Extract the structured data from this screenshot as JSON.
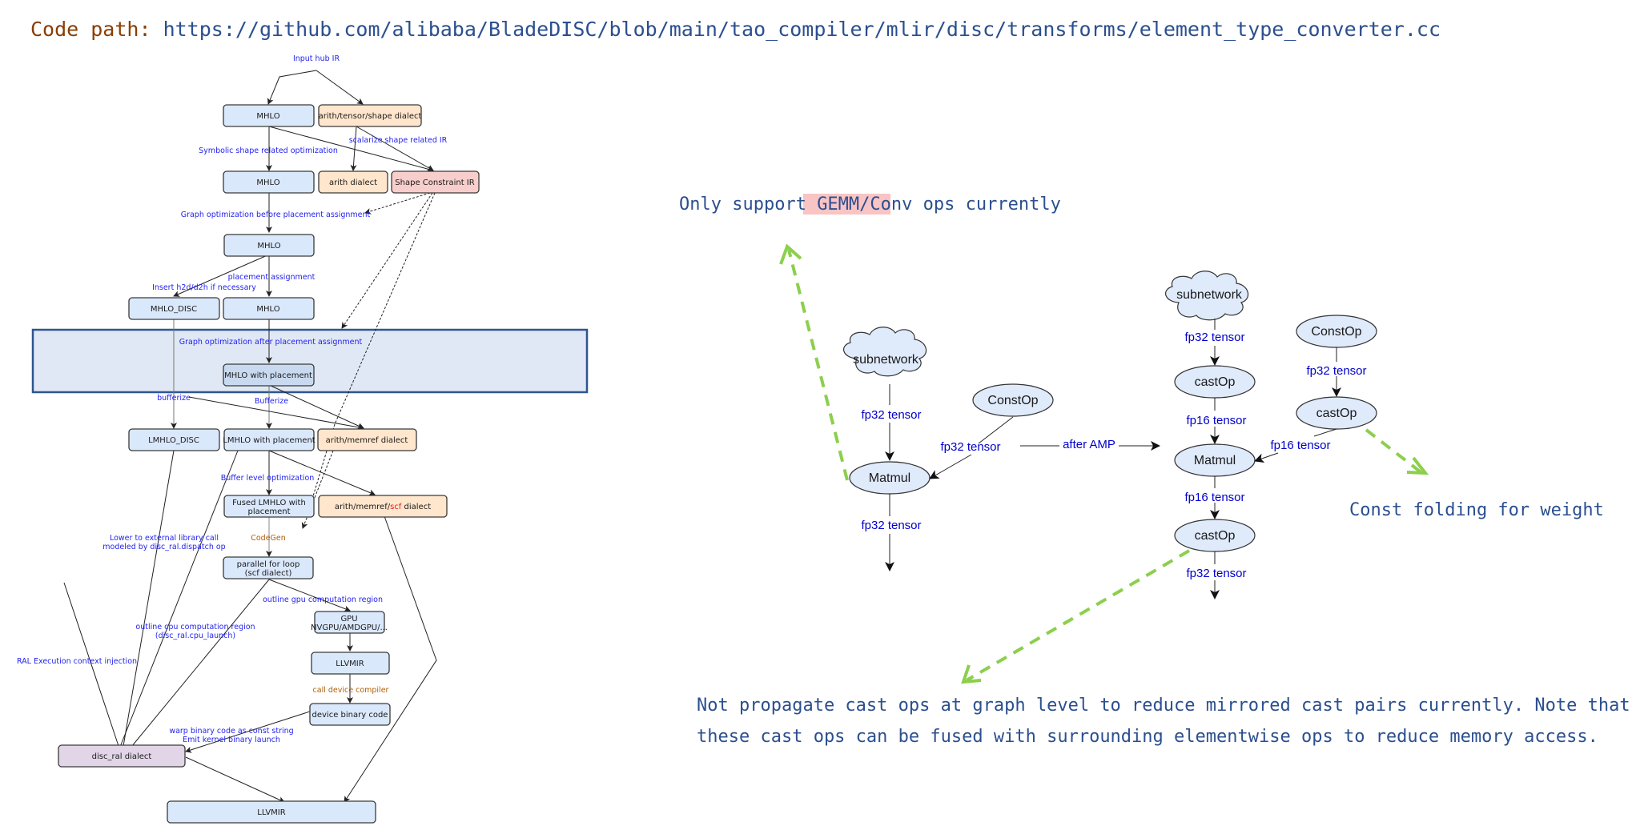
{
  "header": {
    "label": "Code path:",
    "url": "https://github.com/alibaba/BladeDISC/blob/main/tao_compiler/mlir/disc/transforms/element_type_converter.cc"
  },
  "pipeline": {
    "start_label": "Input hub IR",
    "nodes": {
      "mhlo_1": "MHLO",
      "arith_tensor_shape": "arith/tensor/shape dialect",
      "mhlo_2": "MHLO",
      "arith_dialect": "arith dialect",
      "shape_constraint": "Shape Constraint IR",
      "mhlo_3": "MHLO",
      "mhlo_disc": "MHLO_DISC",
      "mhlo_4": "MHLO",
      "mhlo_placement": "MHLO with placement",
      "lmhlo_disc": "LMHLO_DISC",
      "lmhlo_placement": "LMHLO with placement",
      "arith_memref": "arith/memref dialect",
      "fused_lmhlo_1": "Fused LMHLO with",
      "fused_lmhlo_2": "placement",
      "arith_memref_scf_a": "arith/memref/",
      "arith_memref_scf_b": "scf",
      "arith_memref_scf_c": " dialect",
      "parallel_loop_1": "parallel for loop",
      "parallel_loop_2": "(scf dialect)",
      "gpu_1": "GPU",
      "gpu_2": "NVGPU/AMDGPU/...",
      "llvmir_1": "LLVMIR",
      "device_binary": "device binary code",
      "disc_ral": "disc_ral dialect",
      "llvmir_final": "LLVMIR"
    },
    "edge_labels": {
      "symbolic_shape": "Symbolic shape related optimization",
      "scalarize": "scalarize shape related IR",
      "graph_opt_before": "Graph optimization before placement assignment",
      "placement_assignment": "placement assignment",
      "insert_h2d": "Insert h2d/d2h if necessary",
      "graph_opt_after": "Graph optimization after placement assignment",
      "bufferize_lower": "bufferize",
      "bufferize_upper": "Bufferize",
      "buffer_level_opt": "Buffer level optimization",
      "codegen": "CodeGen",
      "lower_external_1": "Lower to external library call",
      "lower_external_2": "modeled by disc_ral.dispatch op",
      "outline_gpu": "outline gpu computation region",
      "outline_cpu_1": "outline cpu computation region",
      "outline_cpu_2": "(disc_ral.cpu_launch)",
      "ral_injection": "RAL Execution context injection",
      "call_device_compiler": "call device compiler",
      "warp_binary_1": "warp binary code as const string",
      "warp_binary_2": "Emit kernel binary launch"
    }
  },
  "amp": {
    "note_top_prefix": "Only support ",
    "note_top_highlight": "GEMM/Conv",
    "note_top_suffix": " ops currently",
    "before": {
      "subnetwork": "subnetwork",
      "constop": "ConstOp",
      "matmul": "Matmul",
      "edge_sub_matmul": "fp32 tensor",
      "edge_const_matmul": "fp32 tensor",
      "edge_out": "fp32 tensor"
    },
    "transition_label": "after AMP",
    "after": {
      "subnetwork": "subnetwork",
      "castop_in": "castOp",
      "constop": "ConstOp",
      "castop_const": "castOp",
      "matmul": "Matmul",
      "castop_out": "castOp",
      "edge_sub_cast": "fp32 tensor",
      "edge_cast_matmul": "fp16 tensor",
      "edge_const_cast": "fp32 tensor",
      "edge_castconst_matmul": "fp16 tensor",
      "edge_matmul_cast": "fp16 tensor",
      "edge_out": "fp32 tensor"
    },
    "note_right": "Const folding for weight",
    "note_bottom_line1": "Not propagate cast ops at graph level to reduce mirrored cast pairs currently. Note that",
    "note_bottom_line2": "these cast ops can be fused with surrounding elementwise ops to reduce memory access.",
    "colors": {
      "annotation_arrow": "#8ccf4d",
      "note_text": "#2b4f8f",
      "highlight": "#f9c4c4",
      "edge_label": "#0000cc"
    }
  }
}
